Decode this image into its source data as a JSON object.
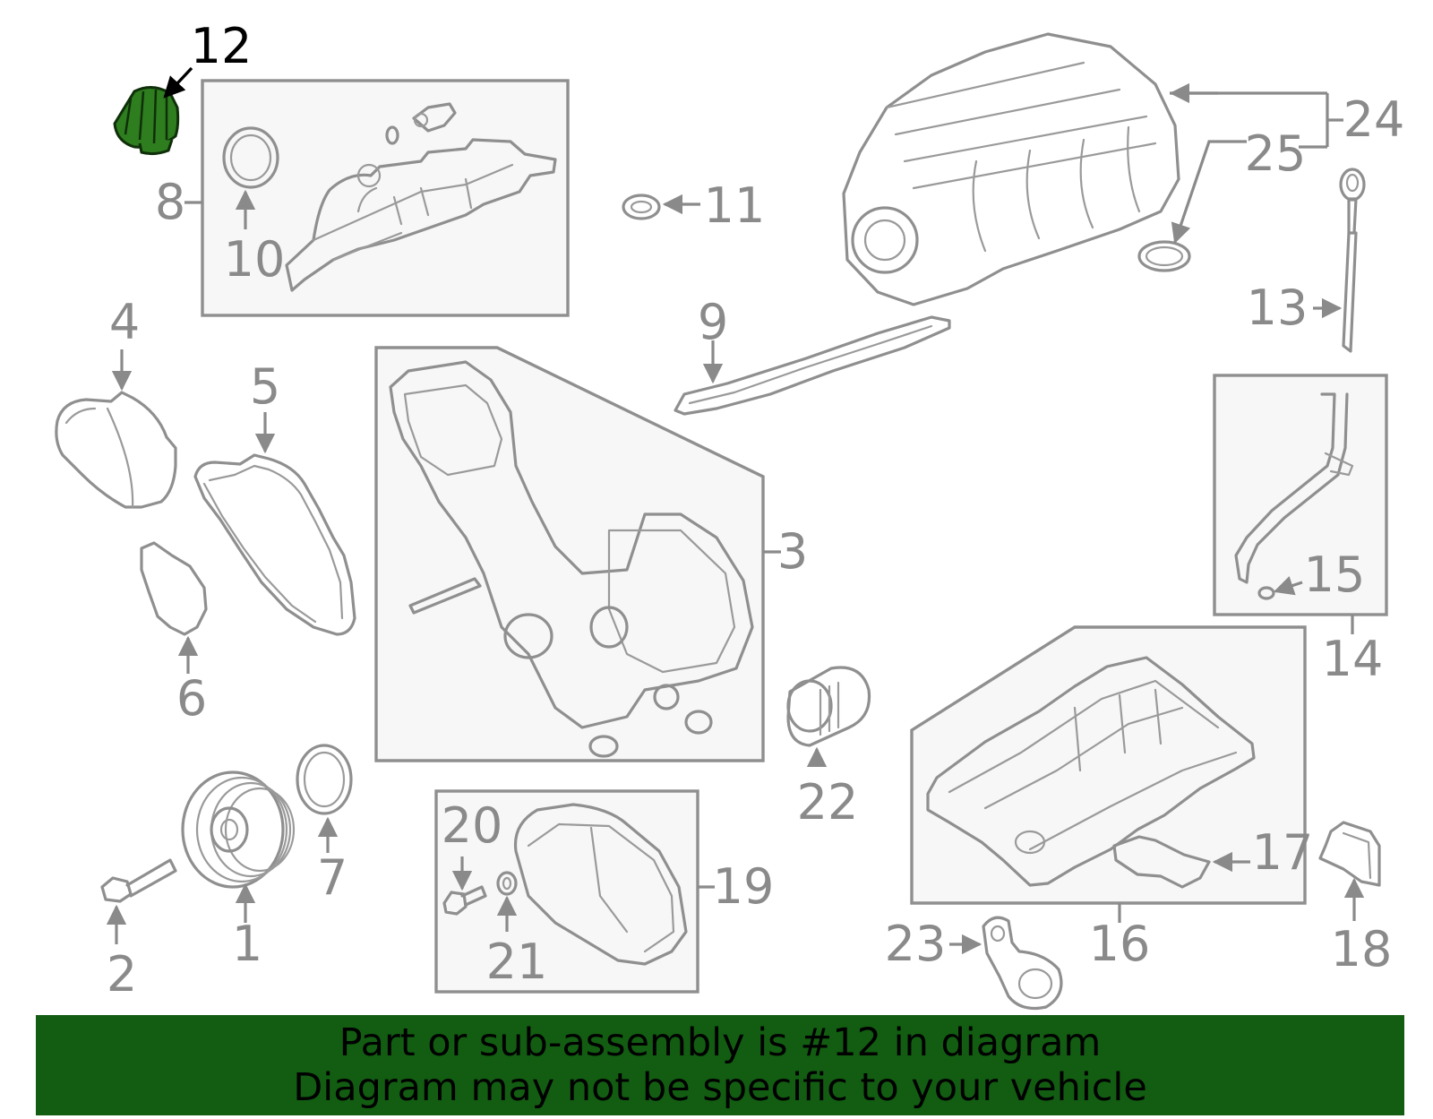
{
  "callouts": {
    "c1": "1",
    "c2": "2",
    "c3": "3",
    "c4": "4",
    "c5": "5",
    "c6": "6",
    "c7": "7",
    "c8": "8",
    "c9": "9",
    "c10": "10",
    "c11": "11",
    "c12": "12",
    "c13": "13",
    "c14": "14",
    "c15": "15",
    "c16": "16",
    "c17": "17",
    "c18": "18",
    "c19": "19",
    "c20": "20",
    "c21": "21",
    "c22": "22",
    "c23": "23",
    "c24": "24",
    "c25": "25"
  },
  "highlighted_part": "12",
  "colors": {
    "highlight": "#2e7d1e",
    "banner": "#125d12",
    "line": "#8f8f8f"
  },
  "banner": {
    "line1": "Part or sub-assembly is #12 in diagram",
    "line2": "Diagram may not be specific to your vehicle"
  }
}
